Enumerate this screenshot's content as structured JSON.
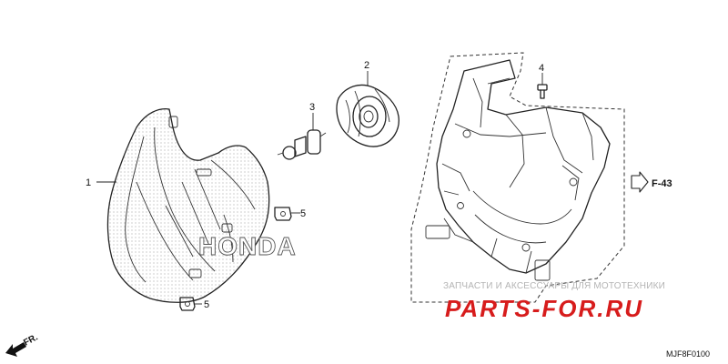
{
  "callouts": {
    "c1": "1",
    "c2": "2",
    "c3": "3",
    "c4": "4",
    "c5a": "5",
    "c5b": "5"
  },
  "reference": {
    "arrow_label": "F-43"
  },
  "direction": {
    "label": "FR."
  },
  "part_code": "MJF8F0100",
  "logo_text": "HONDA",
  "watermark": {
    "tagline": "ЗАПЧАСТИ И АКСЕССУАРЫ ДЛЯ МОТОТЕХНИКИ",
    "brand": "PARTS-FOR.RU"
  },
  "colors": {
    "line": "#222222",
    "watermark_red": "#d71c1c",
    "watermark_gray": "#b4b4b4"
  }
}
